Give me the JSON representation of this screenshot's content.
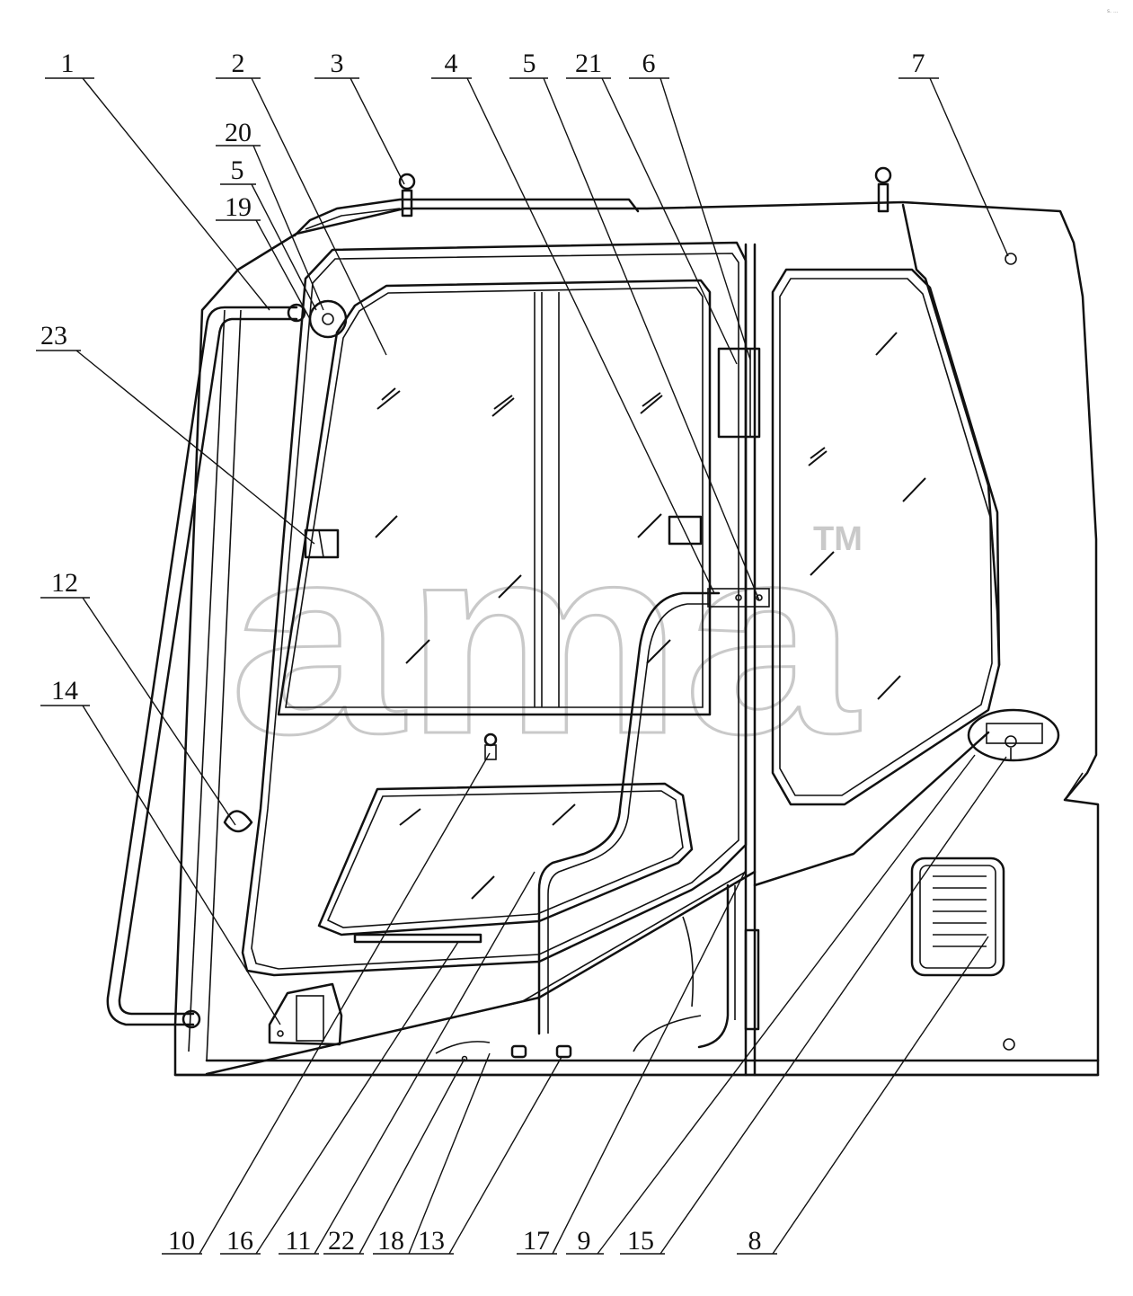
{
  "watermark": {
    "text": "ama",
    "trademark": "TM"
  },
  "corner_note": "s. ...",
  "callouts": [
    {
      "label": "1"
    },
    {
      "label": "2"
    },
    {
      "label": "3"
    },
    {
      "label": "4"
    },
    {
      "label": "5"
    },
    {
      "label": "21"
    },
    {
      "label": "6"
    },
    {
      "label": "7"
    },
    {
      "label": "20"
    },
    {
      "label": "5"
    },
    {
      "label": "19"
    },
    {
      "label": "23"
    },
    {
      "label": "12"
    },
    {
      "label": "14"
    },
    {
      "label": "10"
    },
    {
      "label": "16"
    },
    {
      "label": "11"
    },
    {
      "label": "22"
    },
    {
      "label": "18"
    },
    {
      "label": "13"
    },
    {
      "label": "17"
    },
    {
      "label": "9"
    },
    {
      "label": "15"
    },
    {
      "label": "8"
    }
  ]
}
